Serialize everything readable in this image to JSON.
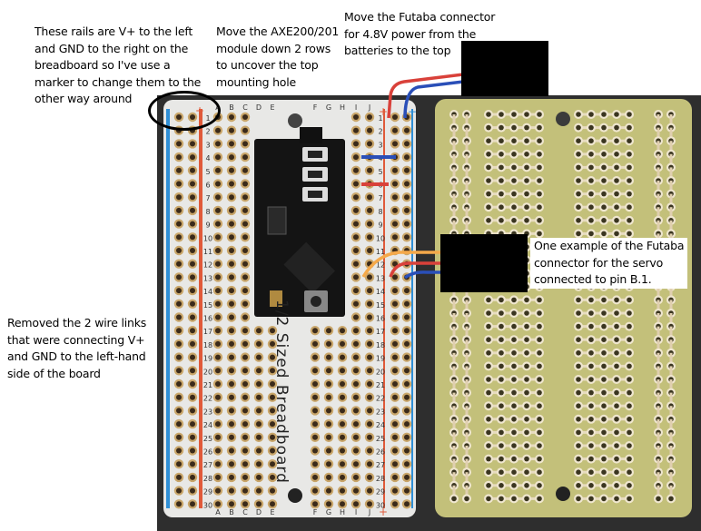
{
  "annotations": {
    "rails_note": "These rails are V+ to the left\nand GND to the right on the\nbreadboard so I've use a\nmarker to change them to the\nother way around",
    "module_note": "Move the AXE200/201\nmodule down 2 rows\nto uncover the top\nmounting hole",
    "futaba_power_note": "Move the Futaba connector\nfor 4.8V power from the\nbatteries to the top",
    "servo_note": "One example of the Futaba\nconnector for the servo\nconnected to pin B.1.",
    "wire_links_note": "Removed the 2 wire links\nthat were connecting V+\nand GND to the left-hand\nside of the board"
  },
  "breadboard": {
    "label": "1/2 Sized Breadboard",
    "columns_left": [
      "A",
      "B",
      "C",
      "D",
      "E"
    ],
    "columns_right": [
      "F",
      "G",
      "H",
      "I",
      "J"
    ],
    "rows": 30,
    "rail_plus": "+",
    "rail_minus": "−"
  },
  "colors": {
    "background": "#2e2e2e",
    "breadboard": "#e8e8e6",
    "perfboard": "#c3c07a",
    "rail_red": "#e05a3a",
    "rail_blue": "#2f8fd6",
    "wire_red": "#d9413a",
    "wire_blue": "#2a4fb8",
    "wire_orange": "#f5a94a"
  }
}
